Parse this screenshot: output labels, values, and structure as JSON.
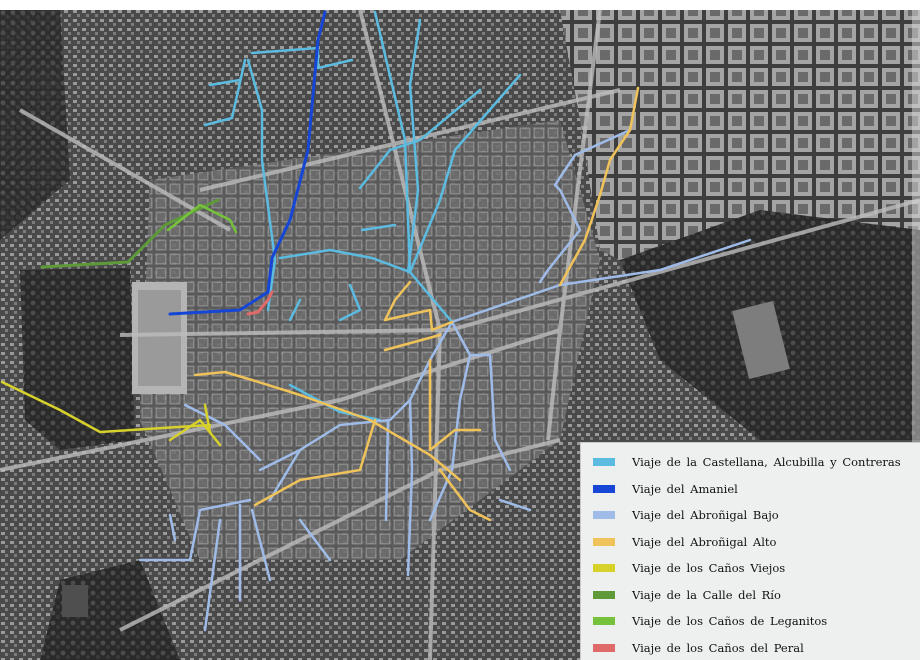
{
  "map": {
    "routes": [
      {
        "id": "castellana",
        "color": "#5bbbe0"
      },
      {
        "id": "amaniel",
        "color": "#1546d6"
      },
      {
        "id": "abronigal-bajo",
        "color": "#9fbce9"
      },
      {
        "id": "abronigal-alto",
        "color": "#efc25a"
      },
      {
        "id": "canos-viejos",
        "color": "#d7d12b"
      },
      {
        "id": "calle-del-rio",
        "color": "#5e9a3a"
      },
      {
        "id": "canos-leganitos",
        "color": "#76c23b"
      },
      {
        "id": "canos-peral",
        "color": "#e06a6a"
      }
    ]
  },
  "legend": {
    "items": [
      {
        "label": "Viaje de la Castellana, Alcubilla y Contreras",
        "color": "#5bbbe0"
      },
      {
        "label": "Viaje del Amaniel",
        "color": "#1546d6"
      },
      {
        "label": "Viaje del Abroñigal Bajo",
        "color": "#9fbce9"
      },
      {
        "label": "Viaje del Abroñigal Alto",
        "color": "#efc25a"
      },
      {
        "label": "Viaje de los Caños Viejos",
        "color": "#d7d12b"
      },
      {
        "label": "Viaje de la Calle del Río",
        "color": "#5e9a3a"
      },
      {
        "label": "Viaje de los Caños de Leganitos",
        "color": "#76c23b"
      },
      {
        "label": "Viaje de los Caños del Peral",
        "color": "#e06a6a"
      }
    ]
  }
}
